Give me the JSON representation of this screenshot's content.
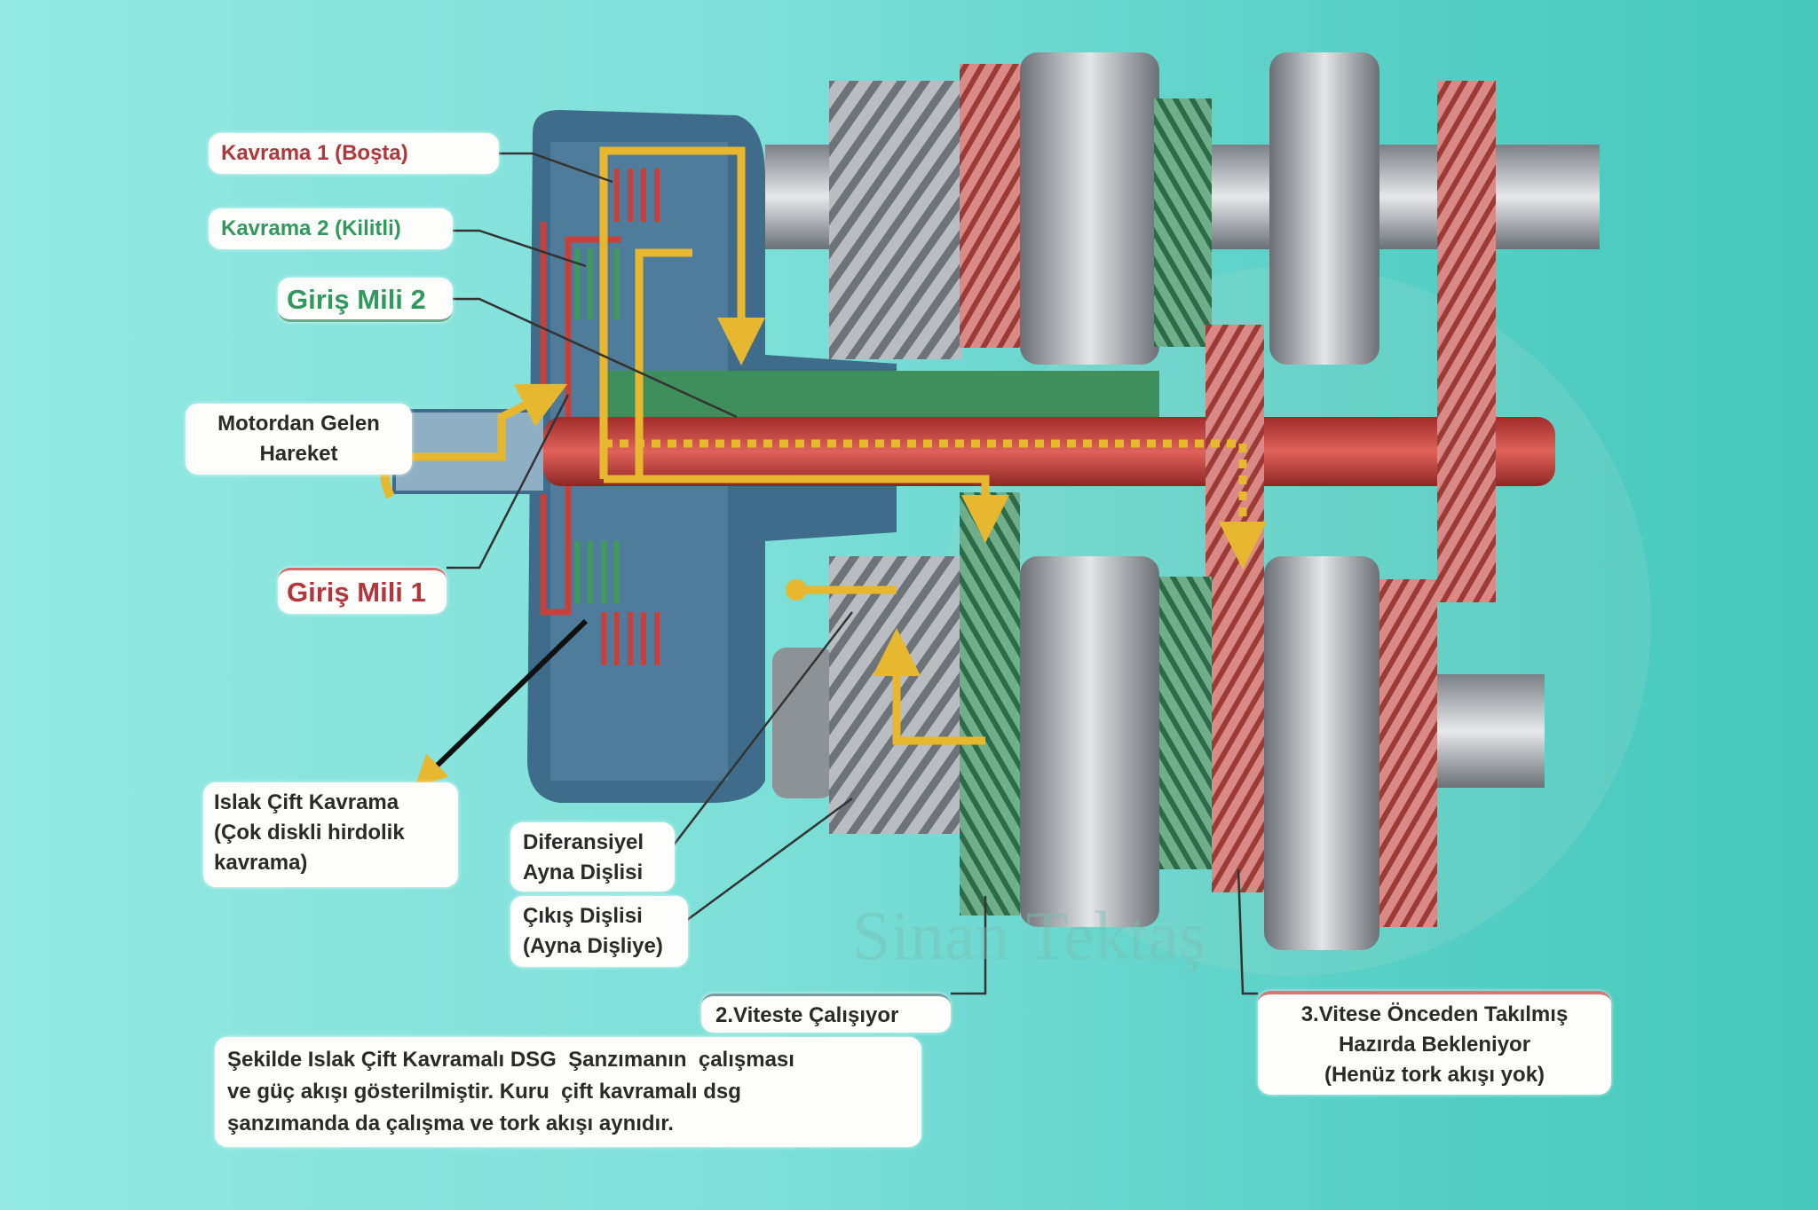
{
  "labels": {
    "clutch1": "Kavrama 1 (Boşta)",
    "clutch2": "Kavrama 2 (Kilitli)",
    "input_shaft2": "Giriş Mili 2",
    "engine_input_line1": "Motordan Gelen",
    "engine_input_line2": "Hareket",
    "input_shaft1": "Giriş Mili 1",
    "wet_clutch_line1": "Islak Çift Kavrama",
    "wet_clutch_line2": "(Çok diskli hirdolik",
    "wet_clutch_line3": "kavrama)",
    "diff_gear_line1": "Diferansiyel",
    "diff_gear_line2": "Ayna Dişlisi",
    "output_gear_line1": "Çıkış Dişlisi",
    "output_gear_line2": "(Ayna Dişliye)",
    "gear2": "2.Viteste Çalışıyor",
    "gear3_line1": "3.Vitese Önceden Takılmış",
    "gear3_line2": "Hazırda Bekleniyor",
    "gear3_line3": "(Henüz tork akışı yok)"
  },
  "caption": {
    "line1": "Şekilde Islak Çift Kavramalı DSG  Şanzımanın  çalışması",
    "line2": "ve güç akışı gösterilmiştir. Kuru  çift kavramalı dsg",
    "line3": "şanzımanda da çalışma ve tork akışı aynıdır."
  },
  "watermark": "Sinan Tektaş",
  "colors": {
    "flow_arrow": "#e8b730",
    "shaft1_red": "#c8403c",
    "shaft2_green": "#3f8f5c",
    "housing_blue": "#3e6c8a",
    "steel": "#a9adb2"
  }
}
